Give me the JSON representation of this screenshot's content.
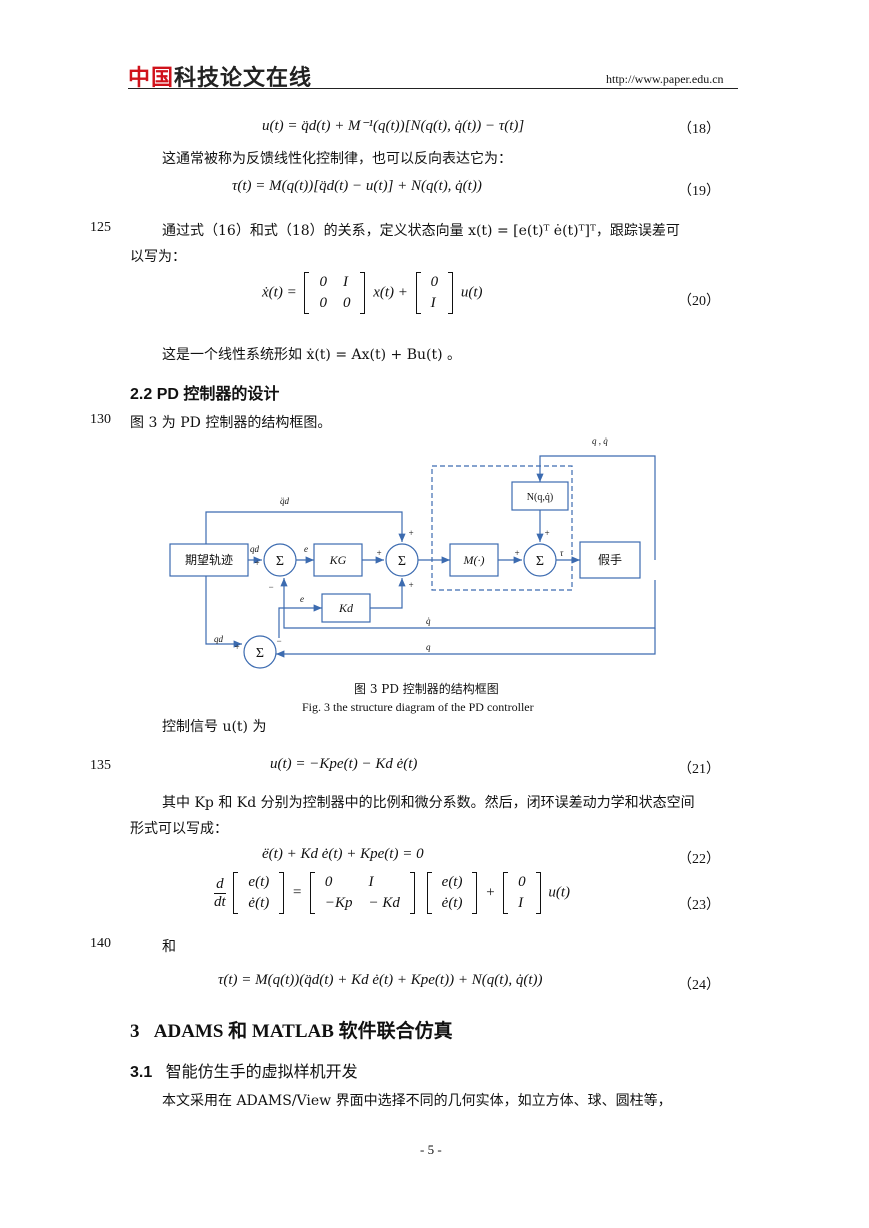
{
  "header": {
    "logo_red": "中国",
    "logo_black": "科技论文在线",
    "url": "http://www.paper.edu.cn"
  },
  "equations": {
    "eq18": {
      "text": "u(t) = q̈d(t) + M⁻¹(q(t))[N(q(t), q̇(t)) − τ(t)]",
      "num": "（18）"
    },
    "eq19": {
      "text": "τ(t) = M(q(t))[q̈d(t) − u(t)] + N(q(t), q̇(t))",
      "num": "（19）"
    },
    "eq20": {
      "lhs": "ẋ(t) =",
      "A": [
        "0",
        "I",
        "0",
        "0"
      ],
      "mid": "x(t) +",
      "B": [
        "0",
        "I"
      ],
      "rhs": "u(t)",
      "num": "（20）"
    },
    "eq21": {
      "text": "u(t) = −Kpe(t) − Kd ė(t)",
      "num": "（21）"
    },
    "eq22": {
      "text": "ë(t) + Kd ė(t) + Kpe(t) = 0",
      "num": "（22）"
    },
    "eq23": {
      "lhs_top": "d",
      "lhs_bot": "dt",
      "v1": [
        "e(t)",
        "ė(t)"
      ],
      "A": [
        "0",
        "I",
        "−Kp",
        "− Kd"
      ],
      "v2": [
        "e(t)",
        "ė(t)"
      ],
      "B": [
        "0",
        "I"
      ],
      "rhs": "u(t)",
      "num": "（23）"
    },
    "eq24": {
      "text": "τ(t) = M(q(t))(q̈d(t) + Kd ė(t) + Kpe(t)) + N(q(t), q̇(t))",
      "num": "（24）"
    }
  },
  "text": {
    "p1": "这通常被称为反馈线性化控制律，也可以反向表达它为：",
    "p2": "通过式（16）和式（18）的关系，定义状态向量 x(t) = [e(t)ᵀ  ė(t)ᵀ]ᵀ，跟踪误差可",
    "p2b": "以写为：",
    "p3": "这是一个线性系统形如 ẋ(t) = Ax(t) + Bu(t) 。",
    "h22": "2.2 PD 控制器的设计",
    "p4": "图 3 为 PD 控制器的结构框图。",
    "p5": "控制信号 u(t) 为",
    "p6": "其中 Kp 和 Kd 分别为控制器中的比例和微分系数。然后，闭环误差动力学和状态空间",
    "p6b": "形式可以写成：",
    "p7": "和",
    "h3_num": "3",
    "h3_text": "ADAMS 和 MATLAB 软件联合仿真",
    "h31_num": "3.1",
    "h31_text": "智能仿生手的虚拟样机开发",
    "p8": "本文采用在 ADAMS/View 界面中选择不同的几何实体，如立方体、球、圆柱等，"
  },
  "line_numbers": [
    "125",
    "130",
    "135",
    "140"
  ],
  "figure": {
    "caption_cn": "图 3    PD 控制器的结构框图",
    "caption_en": "Fig. 3    the structure diagram of the PD controller",
    "blocks": {
      "desired": "期望轨迹",
      "kg": "KG",
      "kd": "Kd",
      "m": "M(·)",
      "n": "N(q,q̇)",
      "hand": "假手",
      "sum": "Σ"
    },
    "labels": {
      "qq": "q , q̇",
      "qdd": "q̈d",
      "qd1": "qd",
      "qd2": "qd",
      "e1": "e",
      "e2": "e",
      "edot": "ė",
      "tau": "τ",
      "qdot": "q̇",
      "q": "q",
      "plus": "+",
      "minus": "−"
    }
  },
  "page_number": "- 5 -"
}
